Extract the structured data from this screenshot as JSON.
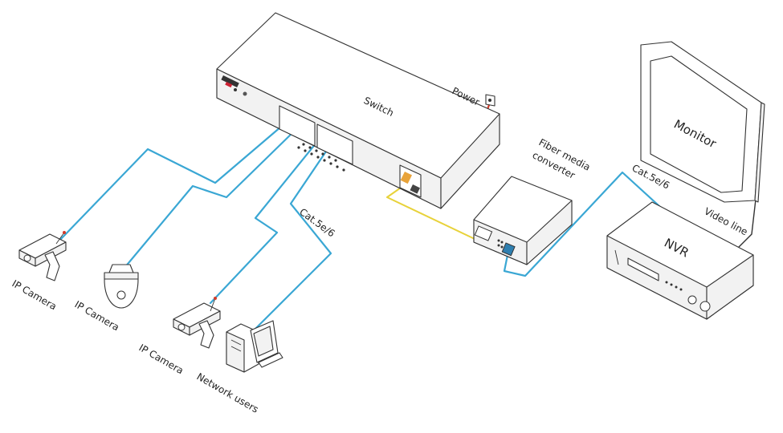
{
  "labels": {
    "switch": "Switch",
    "power": "Power",
    "fiber_line1": "Fiber media",
    "fiber_line2": "converter",
    "monitor": "Monitor",
    "nvr": "NVR",
    "video_line": "Video line",
    "cat_left": "Cat.5e/6",
    "cat_right": "Cat.5e/6",
    "ip_camera_1": "IP Camera",
    "ip_camera_2": "IP Camera",
    "ip_camera_3": "IP Camera",
    "network_users": "Network users"
  },
  "colors": {
    "blue_cable": "#3aa7d4",
    "yellow_cable": "#e8d23a",
    "power_cable": "#d43b2a"
  }
}
